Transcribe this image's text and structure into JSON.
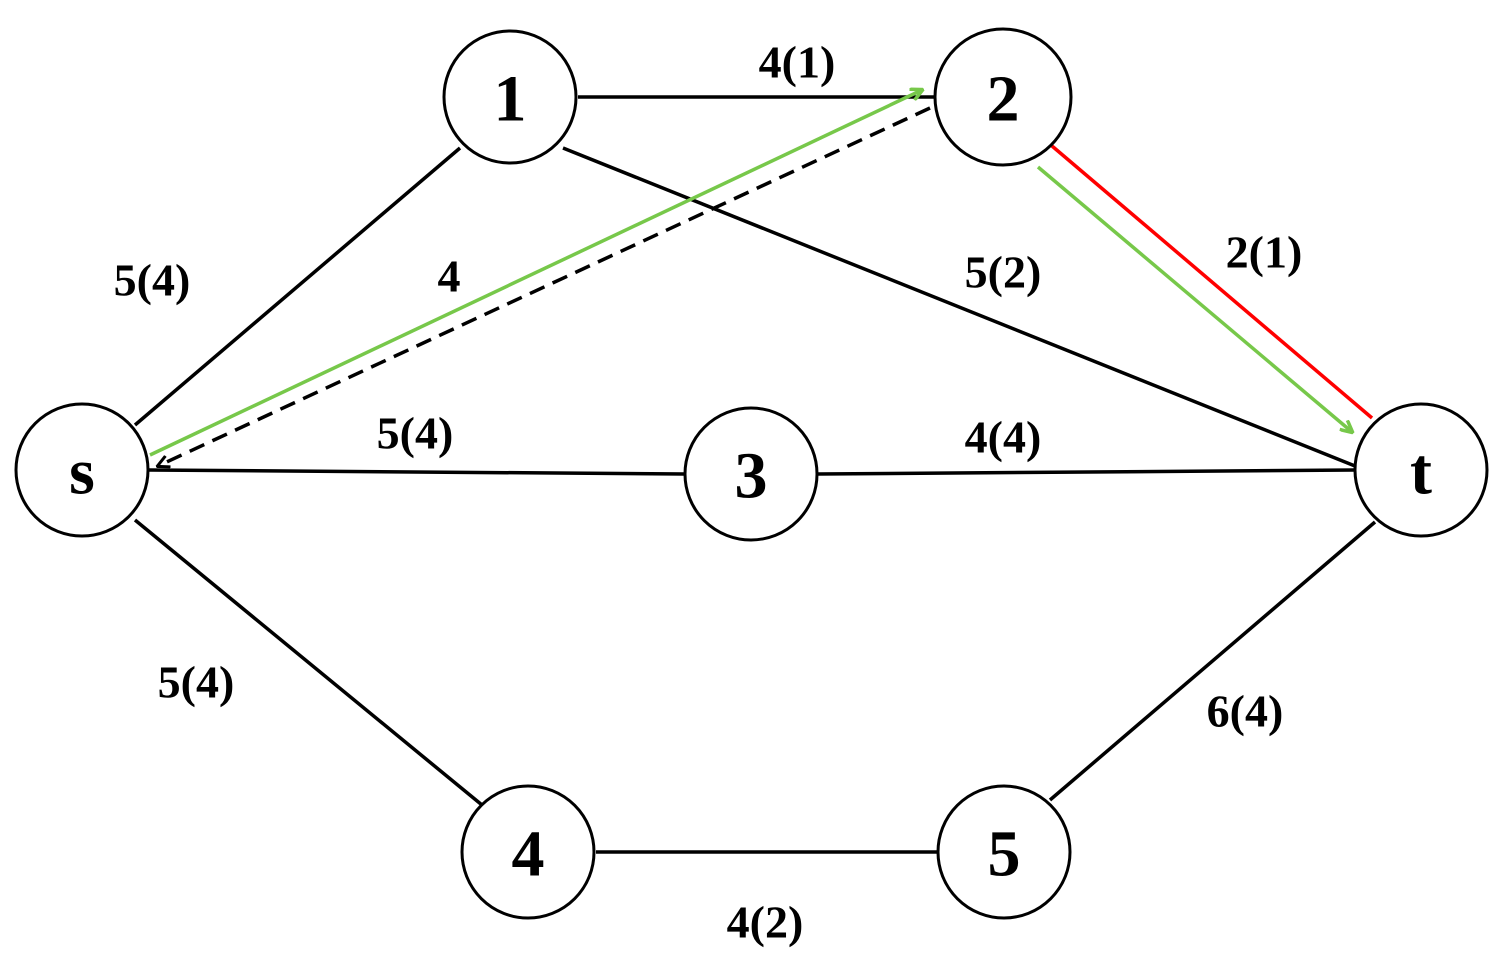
{
  "colors": {
    "edge": "#000000",
    "dashed_edge": "#000000",
    "red_edge": "#ff0000",
    "green_path": "#77c84a"
  },
  "nodes": [
    {
      "id": "s",
      "label": "s"
    },
    {
      "id": "1",
      "label": "1"
    },
    {
      "id": "2",
      "label": "2"
    },
    {
      "id": "3",
      "label": "3"
    },
    {
      "id": "4",
      "label": "4"
    },
    {
      "id": "5",
      "label": "5"
    },
    {
      "id": "t",
      "label": "t"
    }
  ],
  "edges": [
    {
      "from": "s",
      "to": "1",
      "label": "5(4)",
      "style": "solid"
    },
    {
      "from": "s",
      "to": "3",
      "label": "5(4)",
      "style": "solid"
    },
    {
      "from": "s",
      "to": "4",
      "label": "5(4)",
      "style": "solid"
    },
    {
      "from": "1",
      "to": "2",
      "label": "4(1)",
      "style": "solid"
    },
    {
      "from": "1",
      "to": "t",
      "label": "5(2)",
      "style": "solid"
    },
    {
      "from": "3",
      "to": "t",
      "label": "4(4)",
      "style": "solid"
    },
    {
      "from": "4",
      "to": "5",
      "label": "4(2)",
      "style": "solid"
    },
    {
      "from": "5",
      "to": "t",
      "label": "6(4)",
      "style": "solid"
    },
    {
      "from": "2",
      "to": "s",
      "label": "4",
      "style": "dashed"
    },
    {
      "from": "2",
      "to": "t",
      "label": "2(1)",
      "style": "red"
    }
  ],
  "highlighted_path": {
    "color": "green",
    "sequence": [
      "s",
      "2",
      "t"
    ]
  }
}
